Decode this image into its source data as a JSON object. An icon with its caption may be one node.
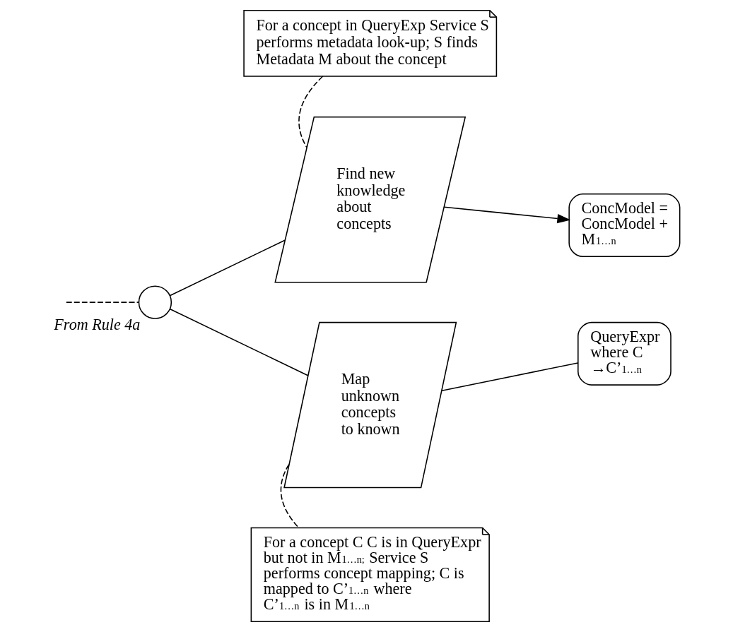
{
  "diagram": {
    "nodes": [
      {
        "text": [
          "For a concept in QueryExp Service S performs metadata look-up; S finds Metadata M about the concept"
        ]
      },
      {
        "text": [],
        "shape": "circle",
        "beside": [
          "From Rule 4a"
        ]
      },
      {
        "text": [
          "Find new knowledge about concepts"
        ]
      },
      {
        "text": [
          "ConcModel = ConcModel + M$_{1…n}$"
        ]
      },
      {
        "text": [
          "Map unknown concepts to known"
        ]
      },
      {
        "text": [
          "QueryExpr where C →C’$_{1…n}$"
        ]
      },
      {
        "text": [
          "For a concept C C is in QueryExpr but not in M$_{1…n;}$ Service S performs concept mapping; C is mapped to C’$_{1…n}$ where C’$_{1…n}$ is in M$_{1…n}$"
        ]
      }
    ],
    "edges": [
      {
        "from": null,
        "to": 1,
        "arrow": "none",
        "style": "dashed"
      },
      {
        "from": 0,
        "to": 2,
        "arrow": "none",
        "style": "dashed"
      },
      {
        "from": 1,
        "to": 2,
        "arrow": "none"
      },
      {
        "from": 2,
        "to": 3,
        "arrow": "to"
      },
      {
        "from": 1,
        "to": 4,
        "arrow": "none"
      },
      {
        "from": 4,
        "to": 5,
        "arrow": "none"
      },
      {
        "from": 4,
        "to": 6,
        "arrow": "none",
        "style": "dashed"
      }
    ]
  }
}
